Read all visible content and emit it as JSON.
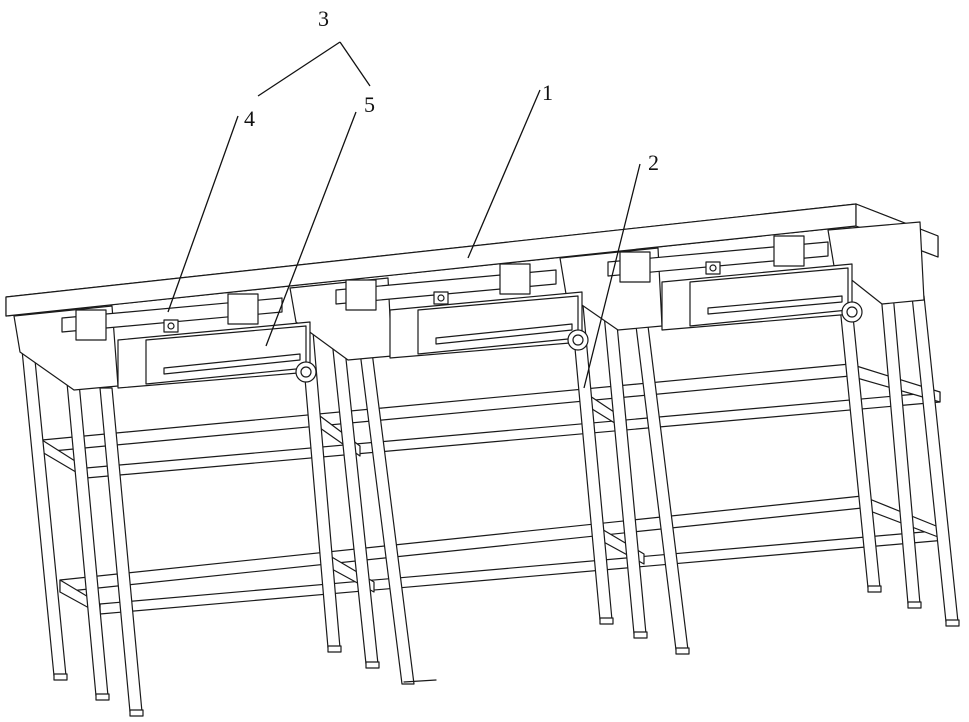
{
  "figure": {
    "callouts": [
      {
        "id": "callout-1",
        "text": "1"
      },
      {
        "id": "callout-2",
        "text": "2"
      },
      {
        "id": "callout-3",
        "text": "3"
      },
      {
        "id": "callout-4",
        "text": "4"
      },
      {
        "id": "callout-5",
        "text": "5"
      }
    ]
  }
}
